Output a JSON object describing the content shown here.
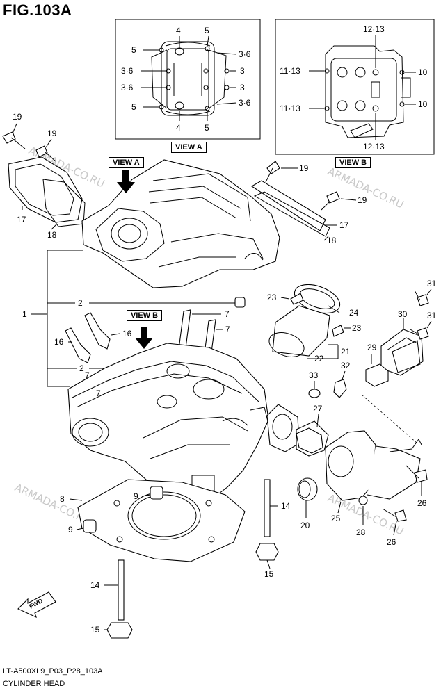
{
  "figure": {
    "title": "FIG.103A"
  },
  "footer": {
    "code": "LT-A500XL9_P03_P28_103A",
    "name": "CYLINDER HEAD"
  },
  "views": {
    "view_a": "VIEW A",
    "view_b": "VIEW B"
  },
  "watermark": "ARMADA-CO.RU",
  "fwd_label": "FWD",
  "callouts": {
    "c1": "1",
    "c2a": "2",
    "c2b": "2",
    "c7a": "7",
    "c7b": "7",
    "c7c": "7",
    "c7d": "7",
    "c8": "8",
    "c9a": "9",
    "c9b": "9",
    "c14a": "14",
    "c14b": "14",
    "c15a": "15",
    "c15b": "15",
    "c16a": "16",
    "c16b": "16",
    "c17a": "17",
    "c17b": "17",
    "c18a": "18",
    "c18b": "18",
    "c19a": "19",
    "c19b": "19",
    "c19c": "19",
    "c19d": "19",
    "c20": "20",
    "c21": "21",
    "c22": "22",
    "c23a": "23",
    "c23b": "23",
    "c24": "24",
    "c25": "25",
    "c26a": "26",
    "c26b": "26",
    "c27": "27",
    "c28": "28",
    "c29": "29",
    "c30": "30",
    "c31a": "31",
    "c31b": "31",
    "c32": "32",
    "c33": "33"
  },
  "view_a_labels": {
    "a1": "4",
    "a2": "5",
    "a3": "5",
    "a4": "3·6",
    "a5": "3·6",
    "a6": "3",
    "a7": "3·6",
    "a8": "3",
    "a9": "5",
    "a10": "3·6",
    "a11": "4",
    "a12": "5"
  },
  "view_b_labels": {
    "b1": "12·13",
    "b2": "11·13",
    "b3": "10",
    "b4": "11·13",
    "b5": "10",
    "b6": "12·13"
  }
}
